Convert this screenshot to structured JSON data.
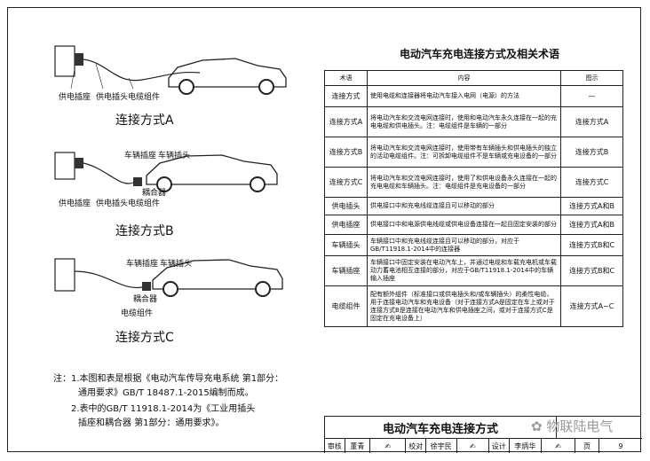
{
  "diagrams": {
    "a": {
      "caption": "连接方式A",
      "labels": {
        "plug": "供电插座",
        "connector": "供电插头",
        "cable": "电缆组件"
      }
    },
    "b": {
      "caption": "连接方式B",
      "labels": {
        "vehicle_inlet": "车辆插座",
        "vehicle_plug": "车辆插头",
        "coupler": "耦合器",
        "socket": "供电插座",
        "plug": "供电插头",
        "cable": "电缆组件"
      }
    },
    "c": {
      "caption": "连接方式C",
      "labels": {
        "vehicle_inlet": "车辆插座",
        "vehicle_plug": "车辆插头",
        "coupler": "耦合器",
        "cable": "电缆组件"
      }
    }
  },
  "table": {
    "title": "电动汽车充电连接方式及相关术语",
    "headers": [
      "术语",
      "内容",
      "图示"
    ],
    "rows": [
      {
        "term": "连接方式",
        "content": "使用电缆和连接器将电动汽车接入电网（电源）的方法",
        "figure": "—"
      },
      {
        "term": "连接方式A",
        "content": "将电动汽车和交流电网连接时，使用和电动汽车永久连接在一起的充电电缆和供电插头。注：电缆组件是车辆的一部分",
        "figure": "连接方式A"
      },
      {
        "term": "连接方式B",
        "content": "将电动汽车和交流电网连接时，使用带有车辆插头和供电插头的独立的活动电缆组件。注：可拆卸电缆组件不是车辆或充电设备的一部分",
        "figure": "连接方式B"
      },
      {
        "term": "连接方式C",
        "content": "将电动汽车和交流电网连接时，使用了和供电设备永久连接在一起的充电电缆和车辆插头。注：电缆组件是充电设备的一部分",
        "figure": "连接方式C"
      },
      {
        "term": "供电插头",
        "content": "供电接口中和充电线缆连接且可以移动的部分",
        "figure": "连接方式A和B"
      },
      {
        "term": "供电插座",
        "content": "供电接口中和电源供电线缆或供电设备连接在一起且固定安装的部分",
        "figure": "连接方式A和B"
      },
      {
        "term": "车辆插头",
        "content": "车辆接口中和充电线缆连接且可以移动的部分，对应于GB/T11918.1-2014中的连接器",
        "figure": "连接方式B和C"
      },
      {
        "term": "车辆插座",
        "content": "车辆接口中固定安装在电动汽车上，并通过电缆和车载充电机或车载动力蓄电池相互连接的部分，对应于GB/T11918.1-2014中的车辆输入插座",
        "figure": "连接方式B和C"
      },
      {
        "term": "电缆组件",
        "content": "配有额外组件（标准接口或供电插头和/或车辆插头）的柔性电缆，用于连接电动汽车和充电设备（对于连接方式A是固定在车上或对于连接方式B是连接在电动汽车和供电插座之间，或对于连接方式C是固定在充电设备上）",
        "figure": "连接方式A~C"
      }
    ]
  },
  "notes": [
    "注：1.本图和表是根据《电动汽车传导充电系统 第1部分：",
    "通用要求》GB/T 18487.1-2015编制而成。",
    "2.表中的GB/T 11918.1-2014为《工业用插头",
    "插座和耦合器 第1部分：通用要求》。"
  ],
  "titleblock": {
    "title": "电动汽车充电连接方式",
    "fields": [
      "审核",
      "董青",
      "校对",
      "徐宇民",
      "设计",
      "李炳华",
      "页",
      "9"
    ]
  },
  "watermark": "✿ 物联陆电气"
}
